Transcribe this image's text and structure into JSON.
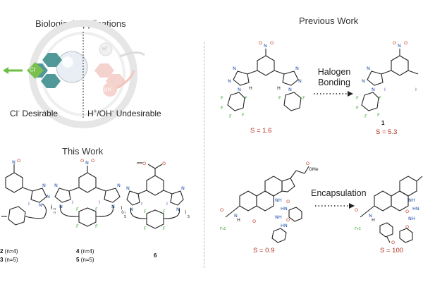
{
  "left": {
    "bio_title": "Biological Applications",
    "cl_label": "Cl",
    "cl_sup": "-",
    "oh_label": "OH",
    "oh_sup": "-",
    "h_label": "H",
    "h_sup": "+",
    "desirable_main": "Cl",
    "desirable_sup": "-",
    "desirable_rest": " Desirable",
    "undesirable_main": "H",
    "undesirable_sup": "+",
    "undesirable_mid": "/OH",
    "undesirable_sup2": "-",
    "undesirable_rest": " Undesirable",
    "this_work_title": "This Work",
    "compounds": [
      {
        "label_bold": "2",
        "label_rest": " (n=4)"
      },
      {
        "label_bold": "3",
        "label_rest": " (n=5)"
      },
      {
        "label_bold": "4",
        "label_rest": " (n=4)"
      },
      {
        "label_bold": "5",
        "label_rest": " (n=5)"
      },
      {
        "label_bold": "6",
        "label_rest": ""
      }
    ],
    "n_sub": "n",
    "five_sub": "5"
  },
  "right": {
    "prev_title": "Previous Work",
    "halogen_line1": "Halogen",
    "halogen_line2": "Bonding",
    "encapsulation": "Encapsulation",
    "compound1_label": "1",
    "s_values": [
      "S = 1.6",
      "S = 5.3",
      "S = 0.9",
      "S = 100"
    ],
    "ome_label": "OMe"
  },
  "colors": {
    "nitrogen": "#1f4ea8",
    "oxygen": "#c0392b",
    "fluorine": "#3aa83a",
    "iodine": "#7a3fb0",
    "s_value": "#b03020",
    "teal": "#2f7a7a"
  }
}
